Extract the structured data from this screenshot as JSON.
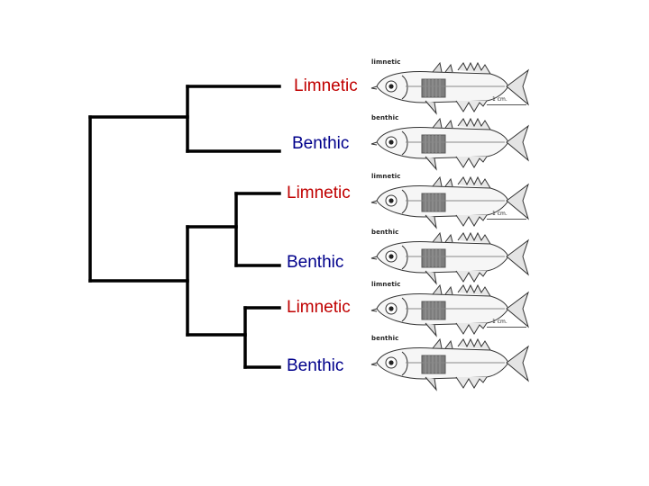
{
  "colors": {
    "limnetic": "#c00000",
    "benthic": "#00008b",
    "branch": "#000000"
  },
  "tips": [
    {
      "label": "Limnetic",
      "type": "limnetic"
    },
    {
      "label": "Benthic",
      "type": "benthic"
    },
    {
      "label": "Limnetic",
      "type": "limnetic"
    },
    {
      "label": "Benthic",
      "type": "benthic"
    },
    {
      "label": "Limnetic",
      "type": "limnetic"
    },
    {
      "label": "Benthic",
      "type": "benthic"
    }
  ],
  "fish_panels": [
    {
      "tag": "limnetic",
      "scale": "1 cm."
    },
    {
      "tag": "benthic",
      "scale": ""
    },
    {
      "tag": "limnetic",
      "scale": "1 cm."
    },
    {
      "tag": "benthic",
      "scale": ""
    },
    {
      "tag": "limnetic",
      "scale": "1 cm."
    },
    {
      "tag": "benthic",
      "scale": ""
    }
  ]
}
